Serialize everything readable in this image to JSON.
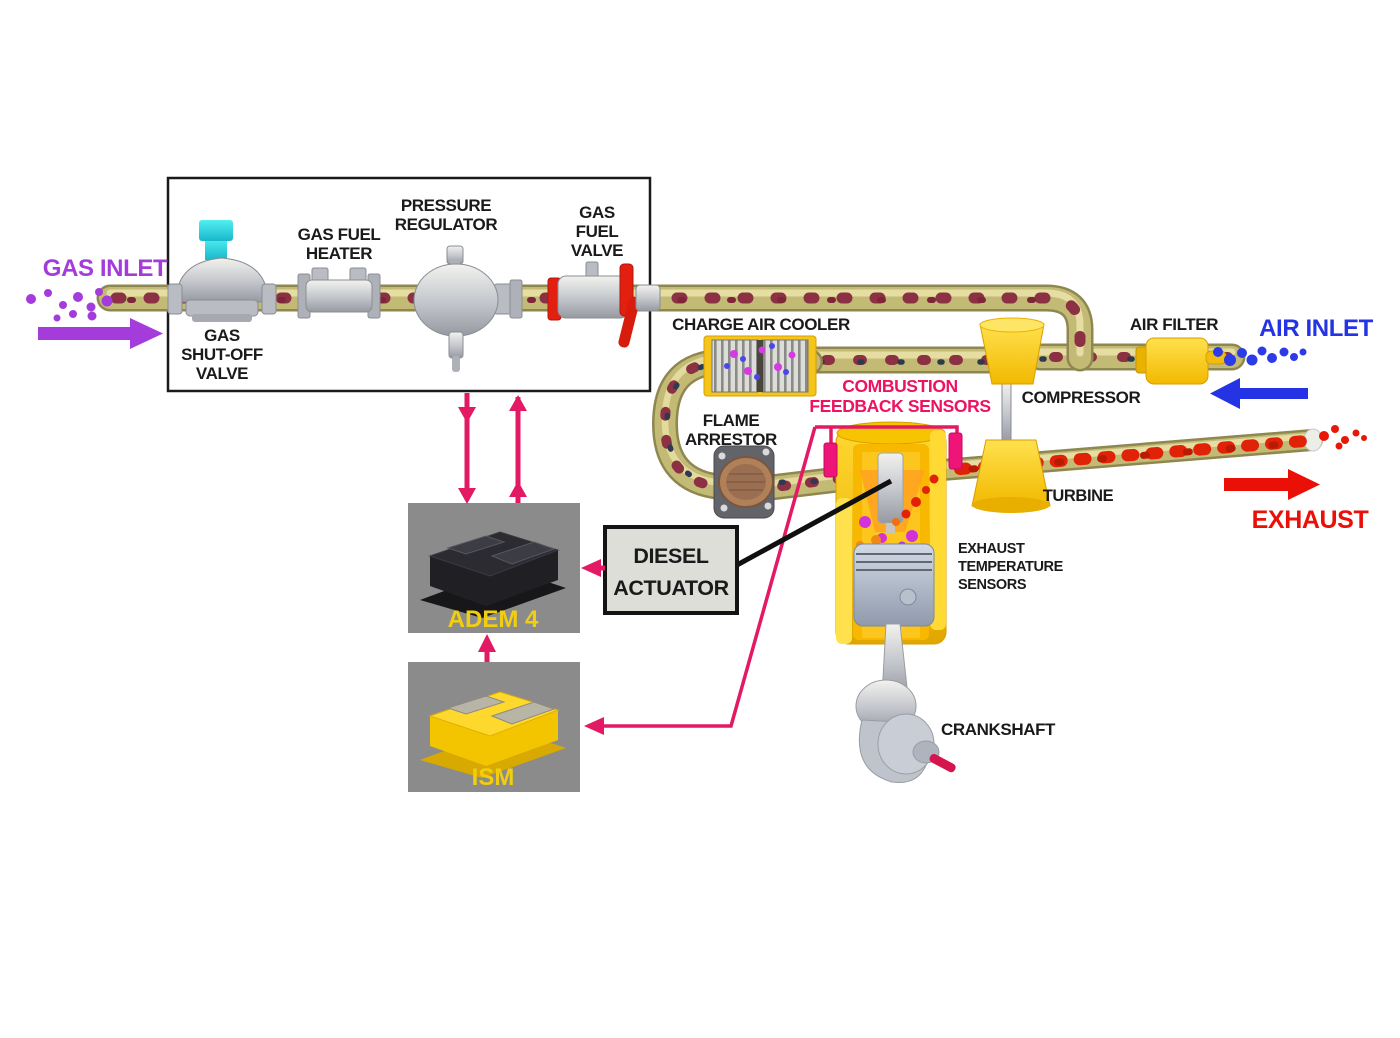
{
  "diagram_title": "Gas engine fuel, air and control system diagram",
  "labels": {
    "gas_inlet": "GAS INLET",
    "gas_shut_off_valve": [
      "GAS",
      "SHUT-OFF",
      "VALVE"
    ],
    "gas_fuel_heater": [
      "GAS FUEL",
      "HEATER"
    ],
    "pressure_regulator": [
      "PRESSURE",
      "REGULATOR"
    ],
    "gas_fuel_valve": [
      "GAS",
      "FUEL",
      "VALVE"
    ],
    "charge_air_cooler": "CHARGE AIR COOLER",
    "flame_arrestor": [
      "FLAME",
      "ARRESTOR"
    ],
    "combustion_feedback_sensors": [
      "COMBUSTION",
      "FEEDBACK SENSORS"
    ],
    "air_filter": "AIR FILTER",
    "air_inlet": "AIR INLET",
    "compressor": "COMPRESSOR",
    "turbine": "TURBINE",
    "exhaust": "EXHAUST",
    "exhaust_temperature_sensors": [
      "EXHAUST",
      "TEMPERATURE",
      "SENSORS"
    ],
    "crankshaft": "CRANKSHAFT",
    "diesel_actuator": [
      "DIESEL",
      "ACTUATOR"
    ],
    "adem4": "ADEM 4",
    "ism": "ISM"
  },
  "colors": {
    "gas_inlet_purple": "#A43BDB",
    "air_inlet_blue": "#2433E4",
    "exhaust_red": "#EA1008",
    "signal_pink": "#E31A63",
    "sensor_magenta": "#EE1478",
    "machine_yellow": "#F6C51B",
    "pipe_olive": "#C3BB75",
    "pipe_blob_red": "#8C3044",
    "ecm_label_yellow": "#F2CE11",
    "panel_gray": "#8B8B8B",
    "label_black": "#1A1A1A"
  }
}
